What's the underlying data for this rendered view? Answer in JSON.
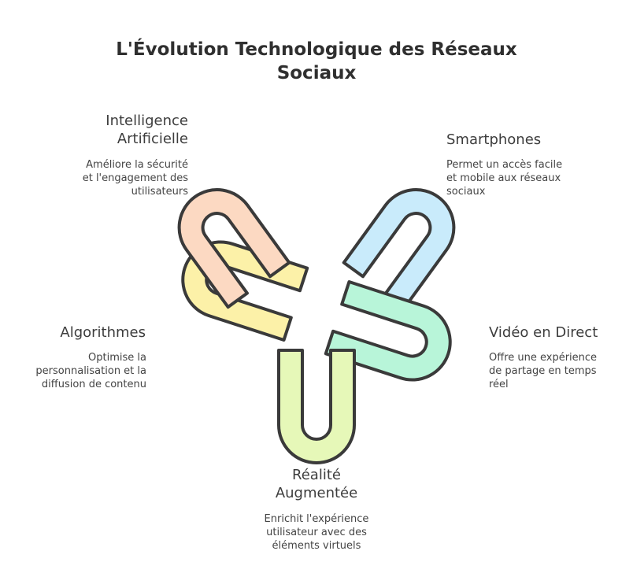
{
  "title": {
    "line1": "L'Évolution Technologique des Réseaux",
    "line2": "Sociaux"
  },
  "items": {
    "ai": {
      "label_line1": "Intelligence",
      "label_line2": "Artificielle",
      "desc_line1": "Améliore la sécurité",
      "desc_line2": "et l'engagement des",
      "desc_line3": "utilisateurs",
      "color": "#fcd9c2"
    },
    "smartphones": {
      "label_line1": "Smartphones",
      "desc_line1": "Permet un accès facile",
      "desc_line2": "et mobile aux réseaux",
      "desc_line3": "sociaux",
      "color": "#c9ebfb"
    },
    "video": {
      "label_line1": "Vidéo en Direct",
      "desc_line1": "Offre une expérience",
      "desc_line2": "de partage en temps",
      "desc_line3": "réel",
      "color": "#b8f5d9"
    },
    "ar": {
      "label_line1": "Réalité",
      "label_line2": "Augmentée",
      "desc_line1": "Enrichit l'expérience",
      "desc_line2": "utilisateur avec des",
      "desc_line3": "éléments virtuels",
      "color": "#e6f8b8"
    },
    "algo": {
      "label_line1": "Algorithmes",
      "desc_line1": "Optimise la",
      "desc_line2": "personnalisation et la",
      "desc_line3": "diffusion de contenu",
      "color": "#fcf1a8"
    }
  }
}
